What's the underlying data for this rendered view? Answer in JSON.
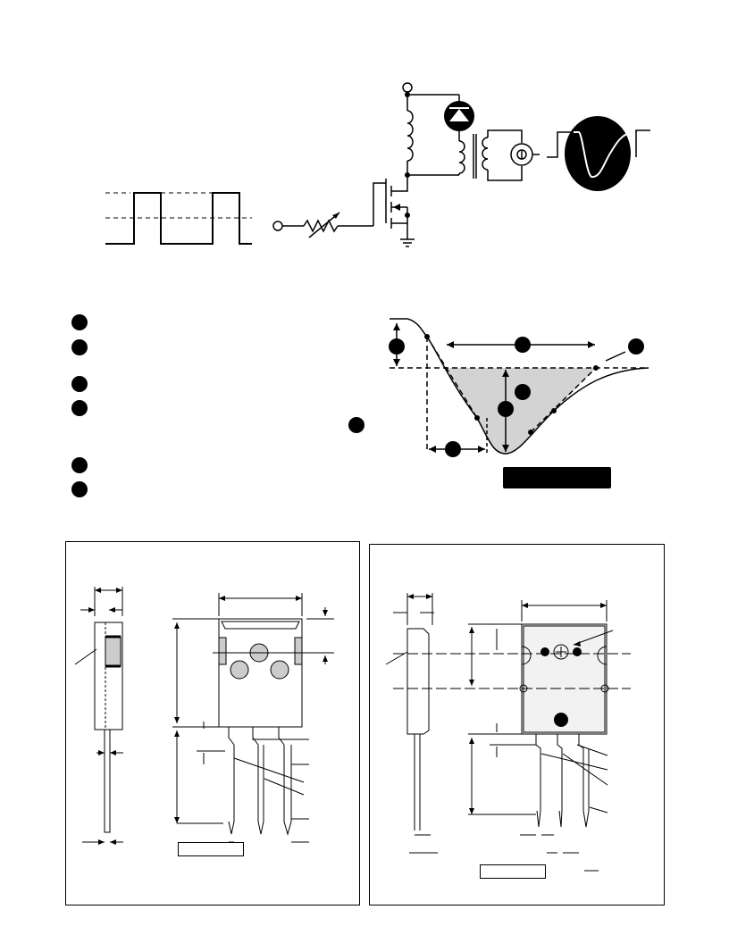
{
  "colors": {
    "ink": "#000000",
    "shaded_area": "#d3d3d3",
    "component_fill": "#cccccc",
    "paper": "#ffffff"
  },
  "icons": {
    "diode": "diode-icon",
    "transistor": "mosfet-icon",
    "ground": "ground-icon",
    "current_probe": "current-probe-icon",
    "scope": "oscilloscope-display-icon",
    "resistor": "variable-resistor-icon",
    "inductor": "inductor-coil-icon",
    "transformer": "transformer-icon",
    "marker": "filled-circle-marker"
  },
  "legend_marker_count": 6,
  "waveform_markers": 6,
  "package_panels": 2
}
